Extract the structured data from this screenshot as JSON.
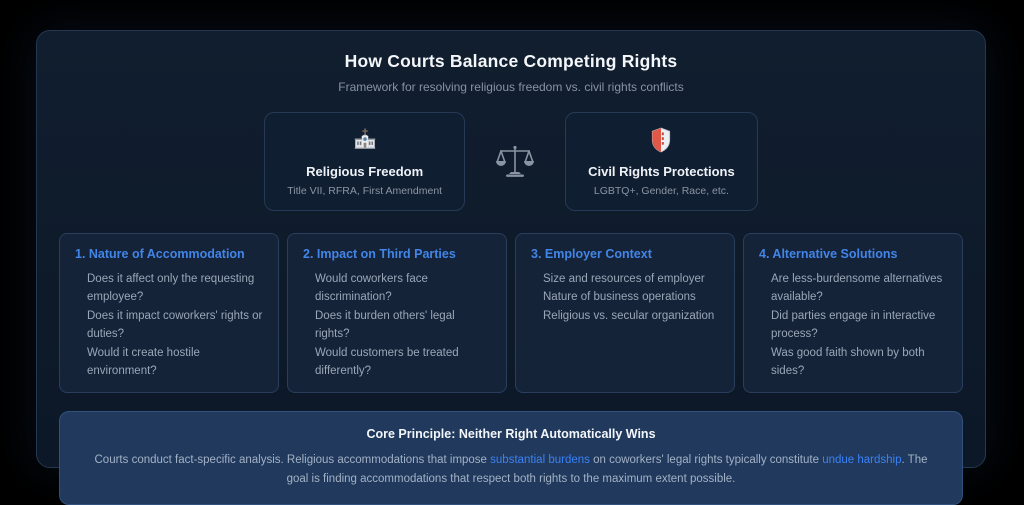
{
  "header": {
    "title": "How Courts Balance Competing Rights",
    "subtitle": "Framework for resolving religious freedom vs. civil rights conflicts"
  },
  "versus": {
    "left": {
      "icon": "church-icon",
      "title": "Religious Freedom",
      "subtitle": "Title VII, RFRA, First Amendment"
    },
    "right": {
      "icon": "shield-icon",
      "title": "Civil Rights Protections",
      "subtitle": "LGBTQ+, Gender, Race, etc."
    },
    "divider_icon": "scales-icon"
  },
  "factors": [
    {
      "title": "1. Nature of Accommodation",
      "items": [
        "Does it affect only the requesting employee?",
        "Does it impact coworkers' rights or duties?",
        "Would it create hostile environment?"
      ]
    },
    {
      "title": "2. Impact on Third Parties",
      "items": [
        "Would coworkers face discrimination?",
        "Does it burden others' legal rights?",
        "Would customers be treated differently?"
      ]
    },
    {
      "title": "3. Employer Context",
      "items": [
        "Size and resources of employer",
        "Nature of business operations",
        "Religious vs. secular organization"
      ]
    },
    {
      "title": "4. Alternative Solutions",
      "items": [
        "Are less-burdensome alternatives available?",
        "Did parties engage in interactive process?",
        "Was good faith shown by both sides?"
      ]
    }
  ],
  "core_principle": {
    "title": "Core Principle: Neither Right Automatically Wins",
    "paragraph_segments": [
      {
        "text": "Courts conduct fact-specific analysis. Religious accommodations that impose ",
        "style": "plain"
      },
      {
        "text": "substantial burdens",
        "style": "link"
      },
      {
        "text": " on coworkers' legal rights typically constitute ",
        "style": "plain"
      },
      {
        "text": "undue hardship",
        "style": "link"
      },
      {
        "text": ". The goal is finding accommodations that respect both rights to the maximum extent possible.",
        "style": "plain"
      }
    ]
  },
  "colors": {
    "accent_blue": "#4285e8",
    "link_blue": "#3b82f6",
    "panel_bg": "#0e1a29",
    "core_bg": "#20395c"
  }
}
